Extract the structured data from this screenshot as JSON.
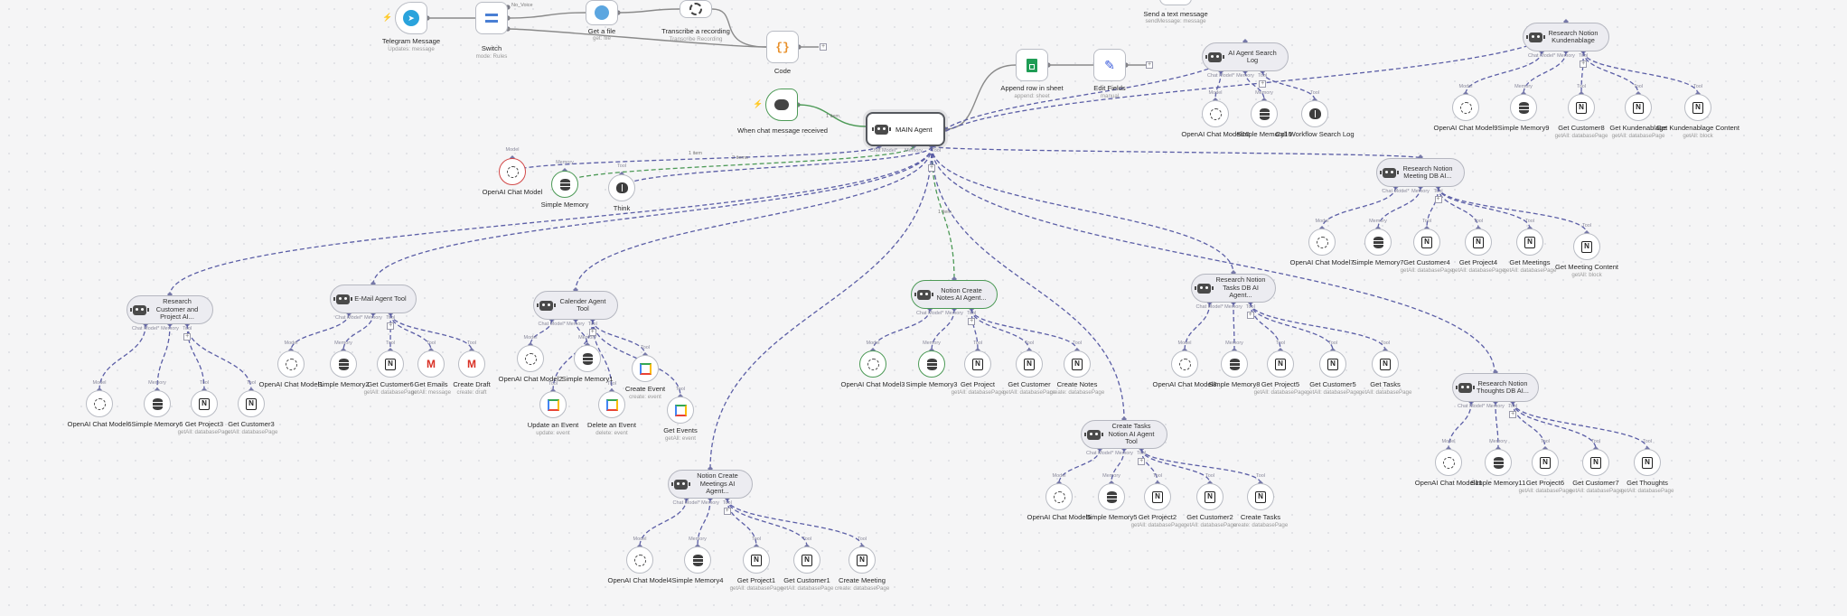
{
  "workflow": {
    "triggers": {
      "telegram": {
        "title": "Telegram Message",
        "subtitle": "Updates: message"
      },
      "chat": {
        "title": "When chat message received"
      }
    },
    "top": {
      "switch": {
        "title": "Switch",
        "subtitle": "mode: Rules"
      },
      "get_file": {
        "title": "Get a file",
        "subtitle": "get: file"
      },
      "transcribe": {
        "title": "Transcribe a recording",
        "subtitle": "Transcribe Recording"
      },
      "code": {
        "title": "Code"
      },
      "send_text": {
        "title": "Send a text message",
        "subtitle": "sendMessage: message"
      },
      "append": {
        "title": "Append row in sheet",
        "subtitle": "append: sheet"
      },
      "edit_fields": {
        "title": "Edit Fields",
        "subtitle": "manual"
      }
    },
    "main_agent": {
      "title": "MAIN Agent",
      "ports": [
        "Chat Model*",
        "Memory",
        "Tool"
      ]
    },
    "main_subs": {
      "model": "OpenAI Chat Model",
      "memory": "Simple Memory",
      "think": "Think"
    },
    "edge_labels": {
      "switch_1": "No_Voice",
      "one_item": "1 item",
      "two_items": "2 items",
      "three_items": "3 items"
    },
    "port_labels": {
      "model": "Model",
      "memory": "Memory",
      "tool": "Tool",
      "chat_model": "Chat Model*"
    },
    "agents": {
      "ai_search": {
        "title": "AI Agent Search Log",
        "subs": [
          "OpenAI Chat Model10",
          "Simple Memory10",
          "Call Workflow Search Log"
        ]
      },
      "kunden": {
        "title": "Research Notion Kundenablage",
        "subs": [
          "OpenAI Chat Model9",
          "Simple Memory9",
          "Get Customer8",
          "Get Kundenablage",
          "Get Kundenablage Content"
        ],
        "subs2": [
          "",
          "",
          "getAll: databasePage",
          "getAll: databasePage",
          "getAll: block"
        ]
      },
      "meeting_db": {
        "title": "Research Notion Meeting DB AI...",
        "subs": [
          "OpenAI Chat Model7",
          "Simple Memory7",
          "Get Customer4",
          "Get Project4",
          "Get Meetings",
          "Get Meeting Content"
        ],
        "subs2": [
          "",
          "",
          "getAll: databasePage",
          "getAll: databasePage",
          "getAll: databasePage",
          "getAll: block"
        ]
      },
      "customer_project": {
        "title": "Research Customer and Project AI...",
        "subs": [
          "OpenAI Chat Model6",
          "Simple Memory6",
          "Get Project3",
          "Get Customer3"
        ],
        "subs2": [
          "",
          "",
          "getAll: databasePage",
          "getAll: databasePage"
        ]
      },
      "email": {
        "title": "E-Mail Agent Tool",
        "subs": [
          "OpenAI Chat Model1",
          "Simple Memory2",
          "Get Customer6",
          "Get Emails",
          "Create Draft"
        ],
        "subs2": [
          "",
          "",
          "getAll: databasePage",
          "getAll: message",
          "create: draft"
        ]
      },
      "calendar": {
        "title": "Calender Agent Tool",
        "subs": [
          "OpenAI Chat Model2",
          "Simple Memory1",
          "Create Event",
          "Update an Event",
          "Delete an Event",
          "Get Events"
        ],
        "subs2": [
          "",
          "",
          "create: event",
          "update: event",
          "delete: event",
          "getAll: event"
        ]
      },
      "notes": {
        "title": "Notion Create Notes AI Agent...",
        "subs": [
          "OpenAI Chat Model3",
          "Simple Memory3",
          "Get Project",
          "Get Customer",
          "Create Notes"
        ],
        "subs2": [
          "",
          "",
          "getAll: databasePage",
          "getAll: databasePage",
          "create: databasePage"
        ]
      },
      "tasks_db": {
        "title": "Research Notion Tasks DB AI Agent...",
        "subs": [
          "OpenAI Chat Model8",
          "Simple Memory8",
          "Get Project5",
          "Get Customer5",
          "Get Tasks"
        ],
        "subs2": [
          "",
          "",
          "getAll: databasePage",
          "getAll: databasePage",
          "getAll: databasePage"
        ]
      },
      "thoughts": {
        "title": "Research Notion Thoughts DB AI...",
        "subs": [
          "OpenAI Chat Model11",
          "Simple Memory11",
          "Get Project6",
          "Get Customer7",
          "Get Thoughts"
        ],
        "subs2": [
          "",
          "",
          "getAll: databasePage",
          "getAll: databasePage",
          "getAll: databasePage"
        ]
      },
      "create_tasks": {
        "title": "Create Tasks Notion AI Agent Tool",
        "subs": [
          "OpenAI Chat Model5",
          "Simple Memory5",
          "Get Project2",
          "Get Customer2",
          "Create Tasks"
        ],
        "subs2": [
          "",
          "",
          "getAll: databasePage",
          "getAll: databasePage",
          "create: databasePage"
        ]
      },
      "meetings": {
        "title": "Notion Create Meetings AI Agent...",
        "subs": [
          "OpenAI Chat Model4",
          "Simple Memory4",
          "Get Project1",
          "Get Customer1",
          "Create Meeting"
        ],
        "subs2": [
          "",
          "",
          "getAll: databasePage",
          "getAll: databasePage",
          "create: databasePage"
        ]
      }
    },
    "colors": {
      "edge": "#5b5ea6",
      "edge_active": "#4d9a57",
      "node_border": "#b9bcc4",
      "error": "#d24848"
    }
  }
}
